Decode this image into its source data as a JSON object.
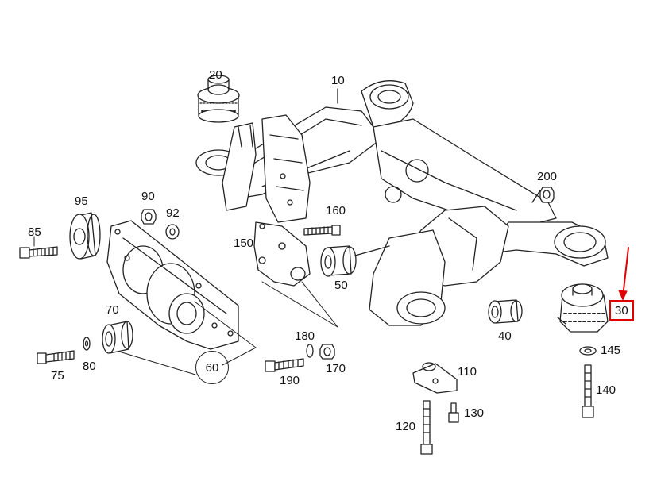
{
  "labels": {
    "p10": "10",
    "p20": "20",
    "p30": "30",
    "p40": "40",
    "p50": "50",
    "p60": "60",
    "p70": "70",
    "p75": "75",
    "p80": "80",
    "p85": "85",
    "p90": "90",
    "p92": "92",
    "p95": "95",
    "p110": "110",
    "p120": "120",
    "p130": "130",
    "p140": "140",
    "p145": "145",
    "p150": "150",
    "p160": "160",
    "p170": "170",
    "p180": "180",
    "p190": "190",
    "p200": "200"
  },
  "highlight": {
    "color": "#e00000",
    "part": "30"
  }
}
